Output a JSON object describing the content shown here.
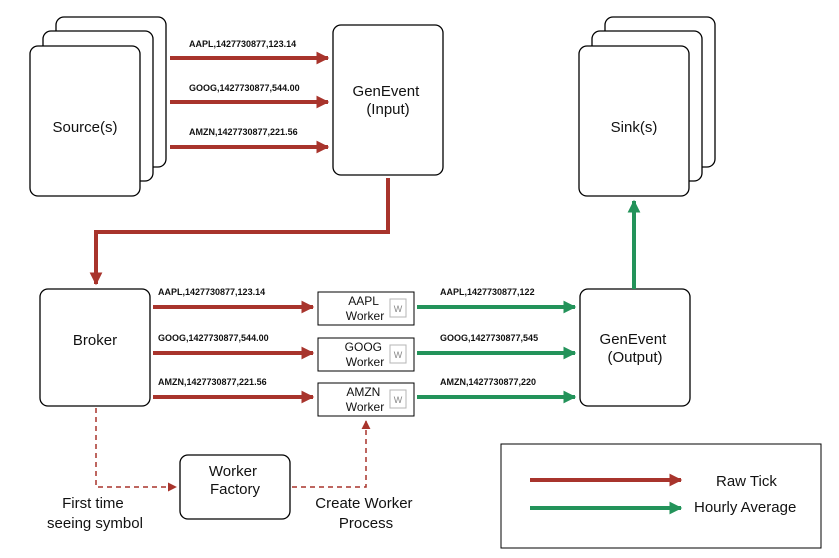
{
  "nodes": {
    "source": "Source(s)",
    "genevent_input": [
      "GenEvent",
      "(Input)"
    ],
    "sink": "Sink(s)",
    "broker": "Broker",
    "genevent_output": [
      "GenEvent",
      "(Output)"
    ],
    "worker_factory": [
      "Worker",
      "Factory"
    ],
    "workers": [
      {
        "name": "AAPL",
        "label": "Worker",
        "icon": "W"
      },
      {
        "name": "GOOG",
        "label": "Worker",
        "icon": "W"
      },
      {
        "name": "AMZN",
        "label": "Worker",
        "icon": "W"
      }
    ]
  },
  "ticks": {
    "source_to_input": [
      "AAPL,1427730877,123.14",
      "GOOG,1427730877,544.00",
      "AMZN,1427730877,221.56"
    ],
    "broker_to_workers": [
      "AAPL,1427730877,123.14",
      "GOOG,1427730877,544.00",
      "AMZN,1427730877,221.56"
    ],
    "workers_to_output": [
      "AAPL,1427730877,122",
      "GOOG,1427730877,545",
      "AMZN,1427730877,220"
    ]
  },
  "annotations": {
    "first_time": [
      "First time",
      "seeing symbol"
    ],
    "create_worker": [
      "Create Worker",
      "Process"
    ]
  },
  "legend": {
    "raw_tick": "Raw Tick",
    "hourly_average": "Hourly Average"
  },
  "colors": {
    "raw_tick": "#a8342c",
    "hourly_average": "#23935a"
  }
}
